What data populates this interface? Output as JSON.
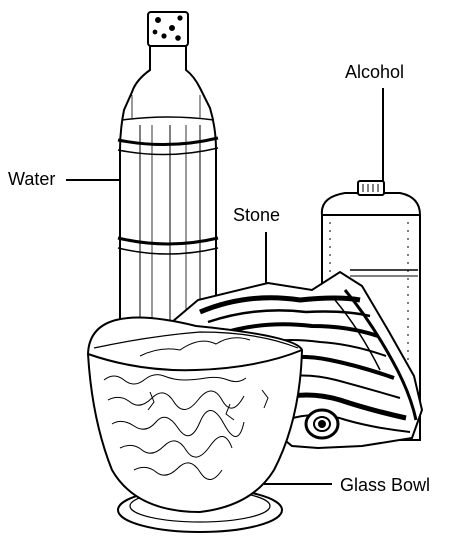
{
  "labels": {
    "water": "Water",
    "alcohol": "Alcohol",
    "stone": "Stone",
    "glass_bowl": "Glass Bowl"
  },
  "colors": {
    "ink": "#000000",
    "paper": "#ffffff"
  }
}
